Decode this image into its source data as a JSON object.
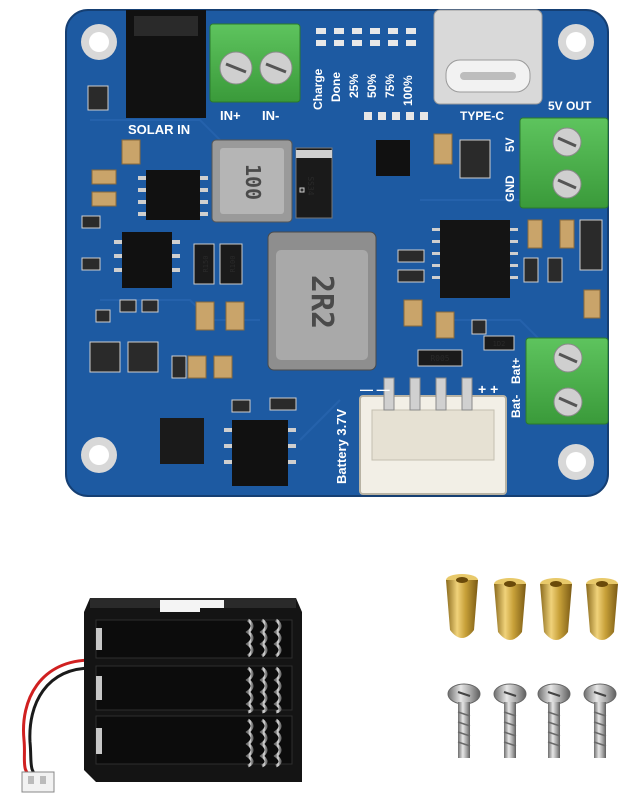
{
  "board": {
    "solar_in": "SOLAR IN",
    "in_plus": "IN+",
    "in_minus": "IN-",
    "charge": "Charge",
    "done": "Done",
    "pct_25": "25%",
    "pct_50": "50%",
    "pct_75": "75%",
    "pct_100": "100%",
    "type_c": "TYPE-C",
    "out_5v": "5V OUT",
    "pin_5v": "5V",
    "pin_gnd": "GND",
    "battery": "Battery 3.7V",
    "minus_marks": "— —",
    "plus_marks": "+ +",
    "bat_minus": "Bat-",
    "bat_plus": "Bat+",
    "inductor_small": "100",
    "inductor_large": "2R2",
    "resistor_1": "R150",
    "resistor_2": "R100",
    "resistor_3": "R005",
    "resistor_4": "1D2",
    "diode_mark": "SS34"
  },
  "colors": {
    "pcb": "#1f5fa8",
    "pcb_edge": "#174a86",
    "terminal": "#4caf50",
    "connector": "#f2efe6",
    "holder": "#1a1a1a",
    "brass": "#c9a23a",
    "steel": "#b8b8b8"
  }
}
